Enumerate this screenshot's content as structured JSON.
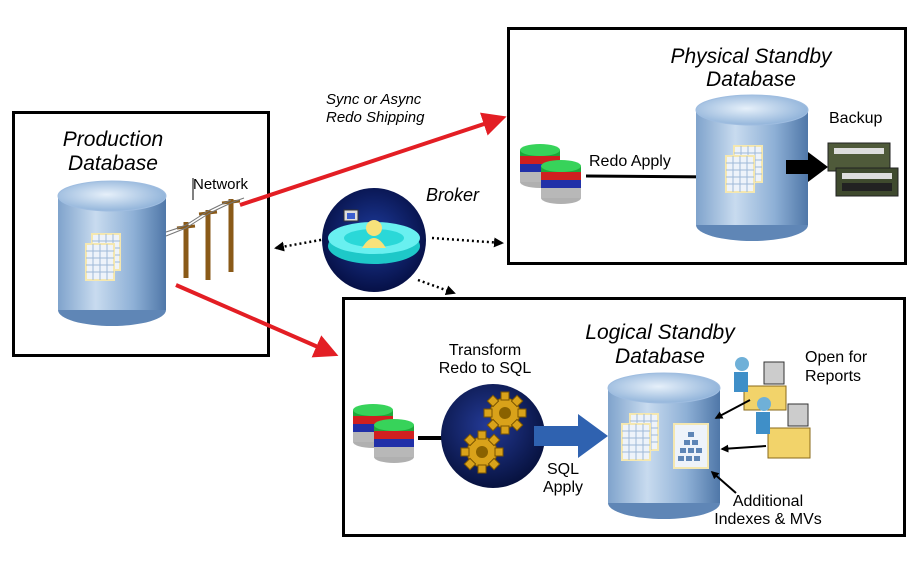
{
  "production": {
    "title_line1": "Production",
    "title_line2": "Database",
    "network_label": "Network"
  },
  "shipping": {
    "line1": "Sync or Async",
    "line2": "Redo Shipping"
  },
  "broker": {
    "label": "Broker"
  },
  "physical": {
    "title_line1": "Physical Standby",
    "title_line2": "Database",
    "redo_apply_label": "Redo Apply",
    "backup_label": "Backup"
  },
  "logical": {
    "title_line1": "Logical Standby",
    "title_line2": "Database",
    "transform_line1": "Transform",
    "transform_line2": "Redo to SQL",
    "sql_apply_line1": "SQL",
    "sql_apply_line2": "Apply",
    "reports_line1": "Open for",
    "reports_line2": "Reports",
    "indexes_line1": "Additional",
    "indexes_line2": "Indexes & MVs"
  },
  "colors": {
    "ship_arrow": "#e31e24",
    "db_light": "#c4d8ee",
    "db_dark": "#5f86b6",
    "broker_blue": "#0d1f6e",
    "gear": "#d9a21a",
    "desk": "#f2d36a"
  }
}
